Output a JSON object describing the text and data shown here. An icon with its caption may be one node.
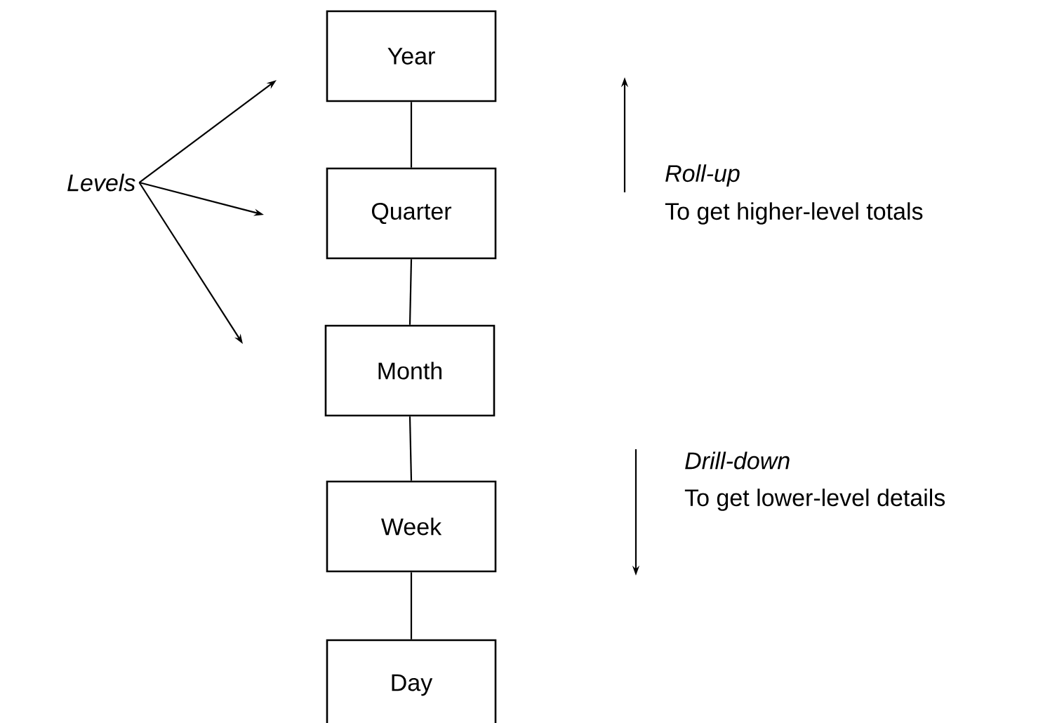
{
  "diagram": {
    "nodes": [
      {
        "text": [
          "Year"
        ]
      },
      {
        "text": [
          "Quarter"
        ]
      },
      {
        "text": [
          "Month"
        ]
      },
      {
        "text": [
          "Week"
        ]
      },
      {
        "text": [
          "Day"
        ]
      },
      {
        "text": [
          "Levels"
        ]
      }
    ],
    "edges": [
      {
        "from": 0,
        "to": 1,
        "arrow": "none"
      },
      {
        "from": 1,
        "to": 2,
        "arrow": "none"
      },
      {
        "from": 2,
        "to": 3,
        "arrow": "none"
      },
      {
        "from": 3,
        "to": 4,
        "arrow": "none"
      },
      {
        "from": 5,
        "to": null,
        "arrow": "to"
      },
      {
        "from": 5,
        "to": null,
        "arrow": "to"
      },
      {
        "from": 5,
        "to": null,
        "arrow": "to"
      }
    ],
    "labels": [
      "Roll-up",
      "To get higher-level totals",
      "Drill-down",
      "To get lower-level details"
    ]
  }
}
